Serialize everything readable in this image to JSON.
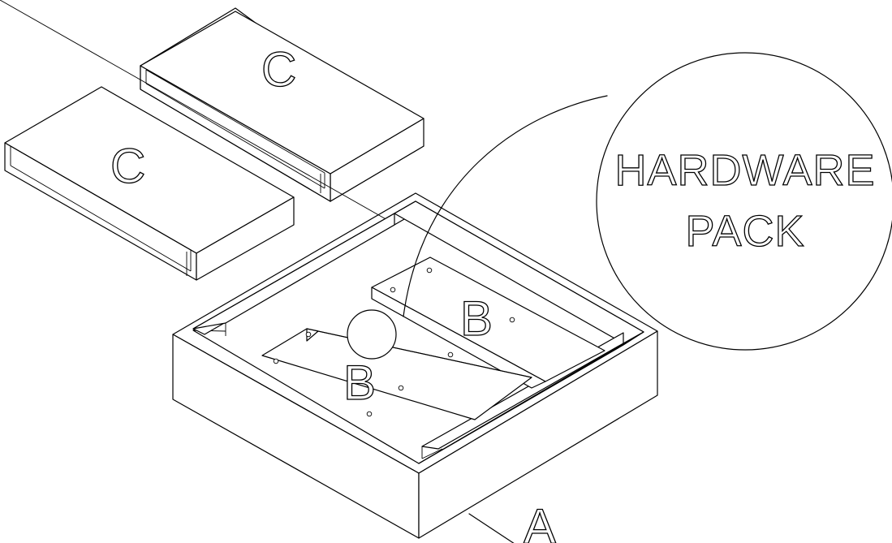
{
  "diagram": {
    "parts": {
      "a": {
        "label": "A"
      },
      "b": {
        "label": "B"
      },
      "c": {
        "label": "C"
      }
    },
    "callout": {
      "line1": "HARDWARE",
      "line2": "PACK"
    }
  }
}
